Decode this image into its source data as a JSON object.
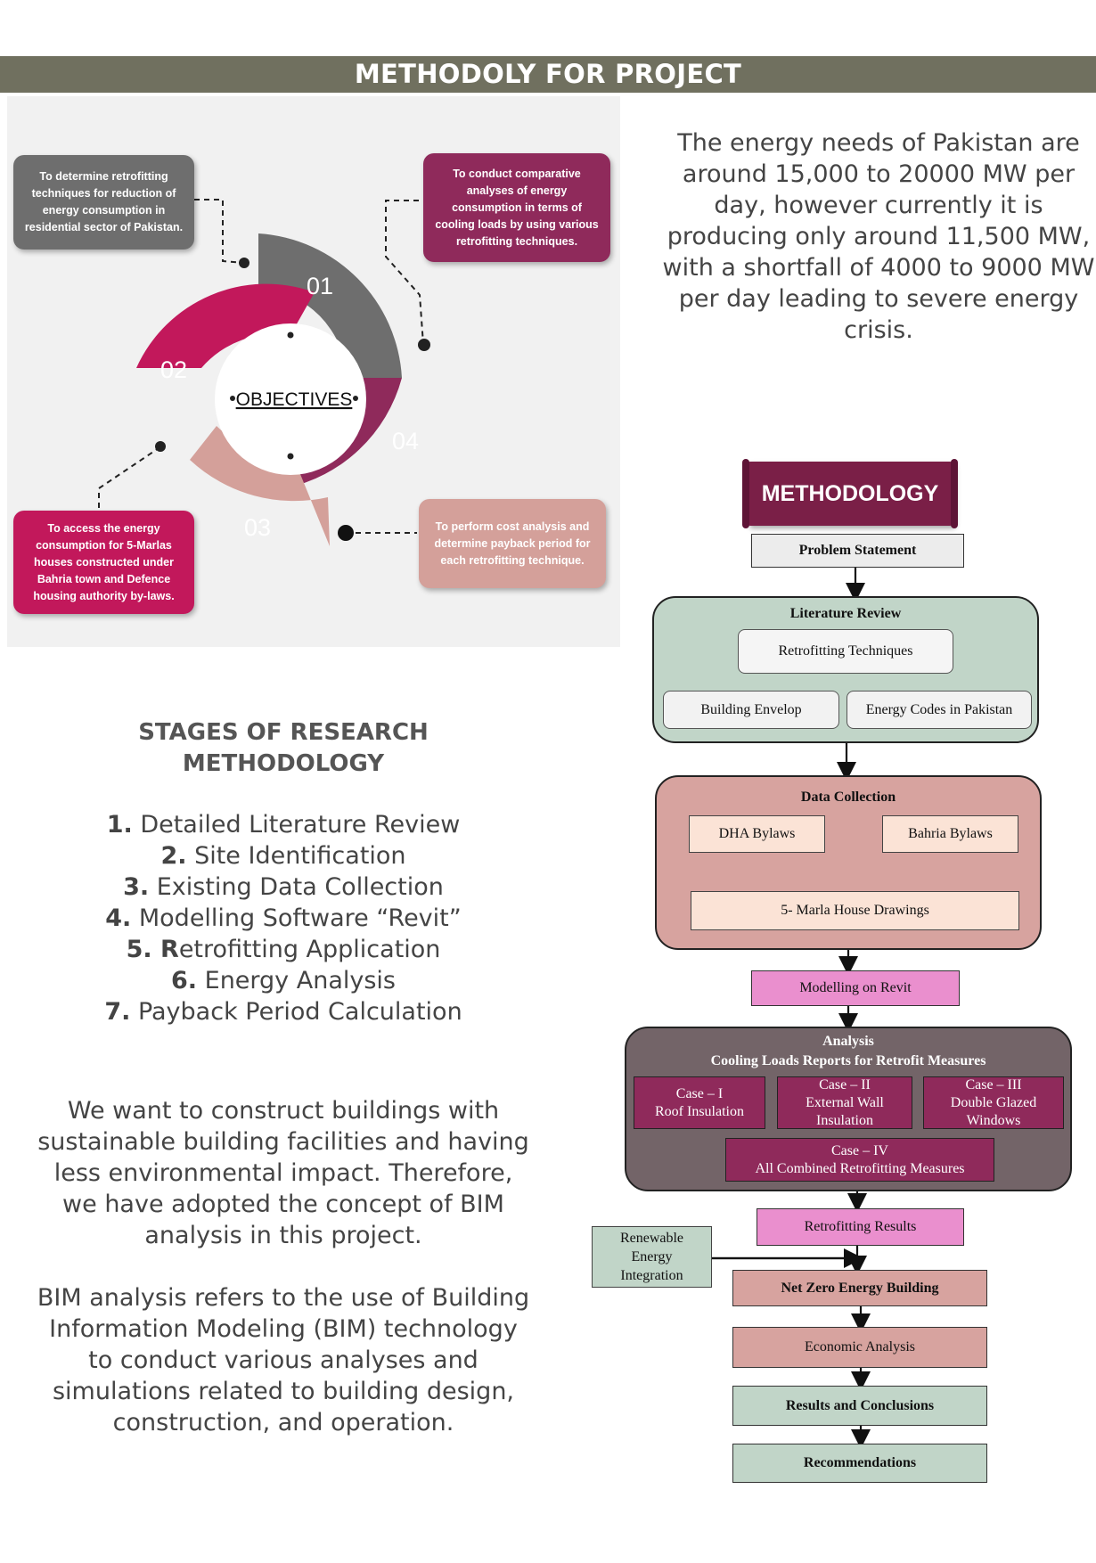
{
  "header": {
    "title": "METHODOLY FOR PROJECT"
  },
  "objectives": {
    "center_label": "OBJECTIVES",
    "segments": [
      {
        "num": "01",
        "color": "#6e6e6e"
      },
      {
        "num": "02",
        "color": "#c2185b"
      },
      {
        "num": "03",
        "color": "#d4a09a"
      },
      {
        "num": "04",
        "color": "#8f2a5b"
      }
    ],
    "callouts": {
      "top_left": "To determine retrofitting techniques for reduction of energy consumption in residential sector of Pakistan.",
      "top_right": "To conduct comparative analyses of energy consumption in terms of cooling loads by using various retrofitting techniques.",
      "bottom_left": "To access the energy consumption for 5-Marlas houses constructed under Bahria town and Defence housing authority by-laws.",
      "bottom_right": "To perform cost analysis and determine payback period for each retrofitting technique."
    }
  },
  "intro_text": "The energy needs of Pakistan are around 15,000 to 20000 MW per day, however currently it is producing only around 11,500 MW, with a shortfall of 4000 to 9000 MW per day leading to severe energy crisis.",
  "stages": {
    "heading": "STAGES OF RESEARCH METHODOLOGY",
    "items": [
      {
        "num": "1.",
        "text": " Detailed Literature Review"
      },
      {
        "num": "2.",
        "text": " Site Identification"
      },
      {
        "num": "3.",
        "text": " Existing Data Collection"
      },
      {
        "num": "4.",
        "text": " Modelling Software “Revit”"
      },
      {
        "num": "5. R",
        "text": "etrofitting Application"
      },
      {
        "num": "6.",
        "text": " Energy Analysis"
      },
      {
        "num": "7.",
        "text": " Payback Period Calculation"
      }
    ]
  },
  "paragraphs": {
    "p1": "We want to construct buildings with sustainable building facilities and having less environmental impact. Therefore, we have adopted the concept of BIM analysis in this project.",
    "p2": "BIM analysis refers to the use of Building Information Modeling (BIM) technology to conduct various analyses and simulations related to building design, construction, and operation."
  },
  "flowchart": {
    "title": "METHODOLOGY",
    "problem_statement": "Problem Statement",
    "literature_review": {
      "title": "Literature Review",
      "retrofitting": "Retrofitting  Techniques",
      "envelop": "Building  Envelop",
      "codes": "Energy Codes in Pakistan"
    },
    "data_collection": {
      "title": "Data Collection",
      "dha": "DHA Bylaws",
      "bahria": "Bahria Bylaws",
      "drawings": "5- Marla House Drawings"
    },
    "modelling": "Modelling on Revit",
    "analysis": {
      "title_1": "Analysis",
      "title_2": "Cooling  Loads Reports for Retrofit Measures",
      "case1_a": "Case – I",
      "case1_b": "Roof Insulation",
      "case2_a": "Case – II",
      "case2_b": "External Wall",
      "case2_c": "Insulation",
      "case3_a": "Case – III",
      "case3_b": "Double Glazed",
      "case3_c": "Windows",
      "case4_a": "Case – IV",
      "case4_b": "All Combined Retrofitting Measures"
    },
    "retrofitting_results": "Retrofitting Results",
    "renewable_1": "Renewable",
    "renewable_2": "Energy",
    "renewable_3": "Integration",
    "net_zero": "Net Zero Energy Building",
    "economic": "Economic Analysis",
    "results": "Results and Conclusions",
    "recommendations": "Recommendations"
  }
}
